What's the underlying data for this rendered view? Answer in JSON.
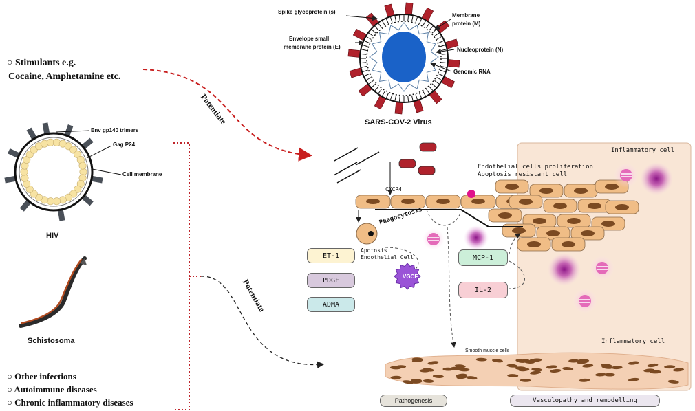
{
  "virus": {
    "title": "SARS-COV-2 Virus",
    "labels": {
      "spike": "Spike glycoprotein (s)",
      "membrane_1": "Membrane",
      "membrane_2": "protein (M)",
      "envelope_1": "Envelope small",
      "envelope_2": "membrane protein (E)",
      "nucleo": "Nucleoprotein (N)",
      "rna": "Genomic RNA"
    }
  },
  "left": {
    "stimulants_1": "Stimulants e.g.",
    "stimulants_2": "Cocaine, Amphetamine  etc.",
    "hiv_title": "HIV",
    "hiv_labels": {
      "env": "Env gp140 trimers",
      "gag": "Gag P24",
      "membrane": "Cell membrane"
    },
    "schisto_title": "Schistosoma",
    "list": [
      "Other infections",
      "Autoimmune  diseases",
      "Chronic inflammatory diseases"
    ]
  },
  "arrows": {
    "potentiate_top": "Potentiate",
    "potentiate_bottom": "Potentiate"
  },
  "diagram": {
    "cxcr4": "CXCR4",
    "phagocytosis": "Phagocytosis",
    "endo_prolif_1": "Endothelial cells proliferation",
    "endo_prolif_2": "Apoptosis resistant cell",
    "inflam_top": "Inflammatory cell",
    "inflam_bottom": "Inflammatory cell",
    "apoptosis_1": "Apotosis",
    "apoptosis_2": "Endothelial Cell",
    "smooth_muscle": "Smooth muscle cells",
    "vgcf": "VGCF",
    "mediators_left": [
      "ET-1",
      "PDGF",
      "ADMA"
    ],
    "mediators_right": [
      "MCP-1",
      "IL-2"
    ],
    "stage_left": "Pathogenesis",
    "stage_right": "Vasculopathy and remodelling"
  },
  "colors": {
    "arrow_red": "#c81f1f",
    "bracket_red": "#c0262c",
    "spike": "#b0222c",
    "nucleo": "#1a62c8",
    "cell_fill": "#f0bd86",
    "nucleus": "#7b4a22",
    "panel": "#f9e6d6",
    "inflam_glow": "#a5208f",
    "et1": "#fdf3d2",
    "pdgf": "#d8c9dd",
    "adma": "#cbe9ea",
    "mcp1": "#ccefd9",
    "il2": "#f8cfd5",
    "vgcf": "#9a53d7"
  }
}
